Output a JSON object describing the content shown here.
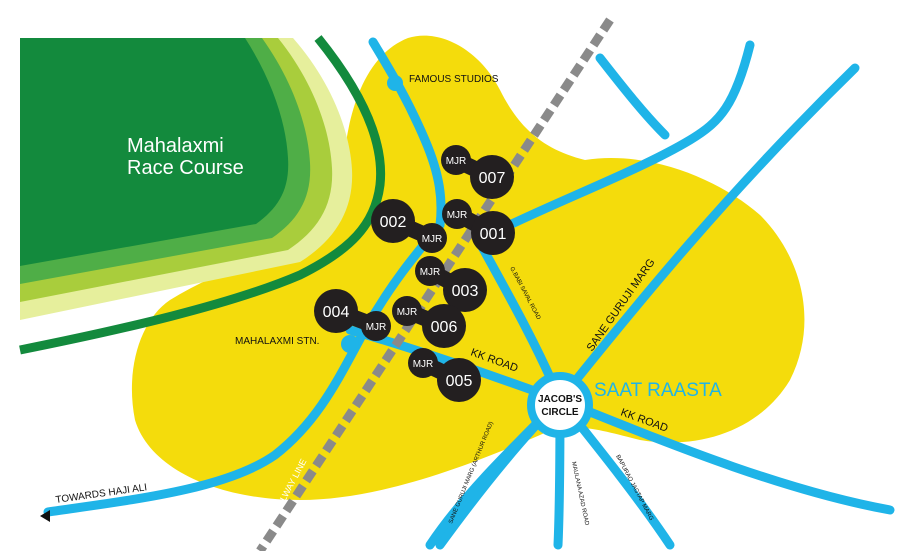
{
  "colors": {
    "background": "#ffffff",
    "zone_yellow": "#f4dc0c",
    "road_blue": "#1fb4e8",
    "rail_gray": "#8a8a8a",
    "race_dark": "#138a3d",
    "race_mid": "#4fae47",
    "race_light": "#a9cd3c",
    "race_pale": "#e6ef9c",
    "pin_black": "#231f20",
    "text_dark": "#111111",
    "text_blue": "#1fb4e8"
  },
  "race_course": {
    "line1": "Mahalaxmi",
    "line2": "Race Course"
  },
  "places": {
    "famous_studios": "FAMOUS STUDIOS",
    "mahalaxmi_stn": "MAHALAXMI STN.",
    "jacobs_circle_line1": "JACOB'S",
    "jacobs_circle_line2": "CIRCLE",
    "saat_raasta": "SAAT RAASTA"
  },
  "roads": {
    "kk_road_1": "KK ROAD",
    "kk_road_2": "KK ROAD",
    "sane_guruji_marg": "SANE GURUJI MARG",
    "gebabi_road": "G.BABI SAVAL ROAD",
    "sane_guruji_arthur": "SANE GURUJI MARG (ARTHUR ROAD)",
    "maulana_azad": "MAULANA AZAD ROAD",
    "bapurao_jagtap": "BAPURAO JAGTAP MARG",
    "railway_line": "RAILWAY LINE",
    "towards_haji_ali": "TOWARDS HAJI ALI"
  },
  "markers": [
    {
      "id": "007",
      "tag": "MJR"
    },
    {
      "id": "001",
      "tag": "MJR"
    },
    {
      "id": "002",
      "tag": "MJR"
    },
    {
      "id": "003",
      "tag": "MJR"
    },
    {
      "id": "004",
      "tag": "MJR"
    },
    {
      "id": "006",
      "tag": "MJR"
    },
    {
      "id": "005",
      "tag": "MJR"
    }
  ],
  "icons": [
    "station-dot-icon",
    "arrow-left-icon",
    "map-pin-icon"
  ]
}
